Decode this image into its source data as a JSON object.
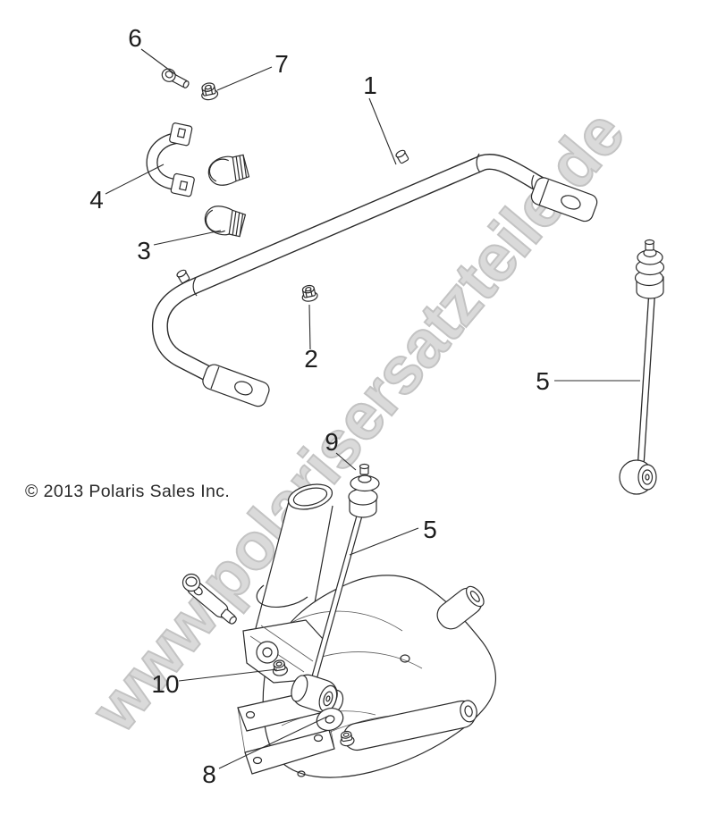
{
  "page": {
    "background": "#ffffff"
  },
  "watermark": {
    "text": "www.polarisersatzteile.de",
    "color": "#dadada"
  },
  "copyright": {
    "text": "© 2013 Polaris Sales Inc."
  },
  "diagram": {
    "description": "Exploded technical parts diagram of a stabilizer (sway) bar assembly with bushings, clamps, links and trailing-arm mount",
    "line_color": "#2b2b2b",
    "callouts": [
      {
        "label": "1",
        "part": "stabilizer-bar"
      },
      {
        "label": "2",
        "part": "flange-nut"
      },
      {
        "label": "3",
        "part": "stabilizer-bushing"
      },
      {
        "label": "4",
        "part": "bushing-clamp"
      },
      {
        "label": "5",
        "part": "stabilizer-link-right"
      },
      {
        "label": "5",
        "part": "stabilizer-link-center"
      },
      {
        "label": "6",
        "part": "flange-bolt"
      },
      {
        "label": "7",
        "part": "flange-nut-small"
      },
      {
        "label": "8",
        "part": "washer"
      },
      {
        "label": "9",
        "part": "link-top-bushing"
      },
      {
        "label": "10",
        "part": "pivot-nut"
      }
    ]
  }
}
